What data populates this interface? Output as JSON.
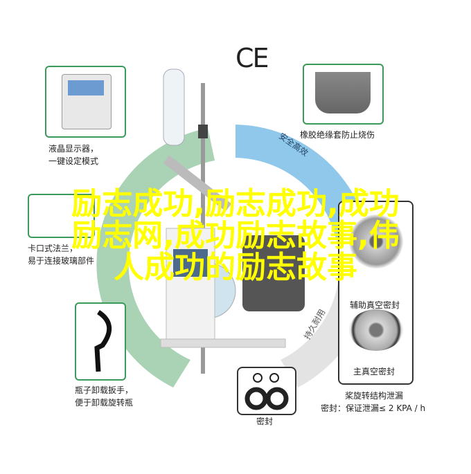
{
  "certification": "CE",
  "features": {
    "lcd": {
      "line1": "液晶显示器，",
      "line2": "一键设定模式"
    },
    "bowl": {
      "label": "橡胶绝缘套防止烧伤"
    },
    "flange": {
      "line1": "卡口式法兰，",
      "line2": "易于连接玻璃部件"
    },
    "wrench": {
      "line1": "瓶子卸载扳手，",
      "line2": "便于卸载旋转瓶"
    },
    "seal": {
      "label": "密封"
    },
    "aux_seal": {
      "label": "辅助真空密封"
    },
    "main_seal": {
      "label": "主真空密封"
    },
    "leak": {
      "line1": "桨旋转结构泄漏",
      "line2": "密封：保证泄漏≤ 2 KPA / h"
    }
  },
  "arc_labels": {
    "blue": "安全高效",
    "gray": "持久耐用"
  },
  "overlay": {
    "line1": "励志成功,励志成功,成功",
    "line2": "励志网,成功励志故事,伟",
    "line3": "人成功的励志故事"
  },
  "colors": {
    "green": "#3a9a5a",
    "blue": "#8fc8ea",
    "arc_green": "#a9d3b4",
    "gray": "#dcdcdc",
    "overlay": "#ffff00"
  }
}
